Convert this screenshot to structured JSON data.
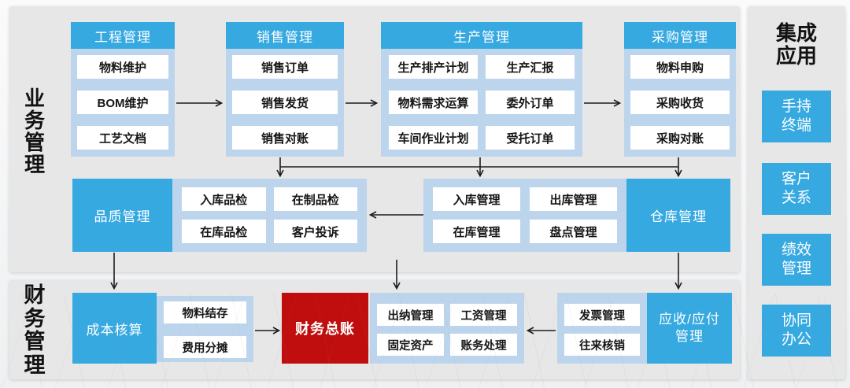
{
  "labels": {
    "business": "业务管理",
    "finance": "财务管理"
  },
  "columns": [
    {
      "title": "工程管理",
      "items": [
        "物料维护",
        "BOM维护",
        "工艺文档"
      ]
    },
    {
      "title": "销售管理",
      "items": [
        "销售订单",
        "销售发货",
        "销售对账"
      ]
    },
    {
      "title": "生产管理",
      "cells": [
        "生产排产计划",
        "生产汇报",
        "物料需求运算",
        "委外订单",
        "车间作业计划",
        "受托订单"
      ]
    },
    {
      "title": "采购管理",
      "items": [
        "物料申购",
        "采购收货",
        "采购对账"
      ]
    }
  ],
  "quality": {
    "title": "品质管理",
    "items": [
      "入库品检",
      "在制品检",
      "在库品检",
      "客户投诉"
    ]
  },
  "warehouse": {
    "title": "仓库管理",
    "items": [
      "入库管理",
      "出库管理",
      "在库管理",
      "盘点管理"
    ]
  },
  "finance_row": {
    "cost_title": "成本核算",
    "cost_items": [
      "物料结存",
      "费用分摊"
    ],
    "ledger_title": "财务总账",
    "cashier_items": [
      "出纳管理",
      "工资管理",
      "固定资产",
      "账务处理"
    ],
    "invoice_items": [
      "发票管理",
      "往来核销"
    ],
    "arap_title": "应收/应付管理"
  },
  "integration": {
    "title": "集成应用",
    "apps": [
      "手持终端",
      "客户关系",
      "绩效管理",
      "协同办公"
    ]
  },
  "colors": {
    "blue": "#36a9e1",
    "light_blue": "#bdd5ec",
    "red": "#c00d0d",
    "arrow": "#1d1d1f"
  }
}
